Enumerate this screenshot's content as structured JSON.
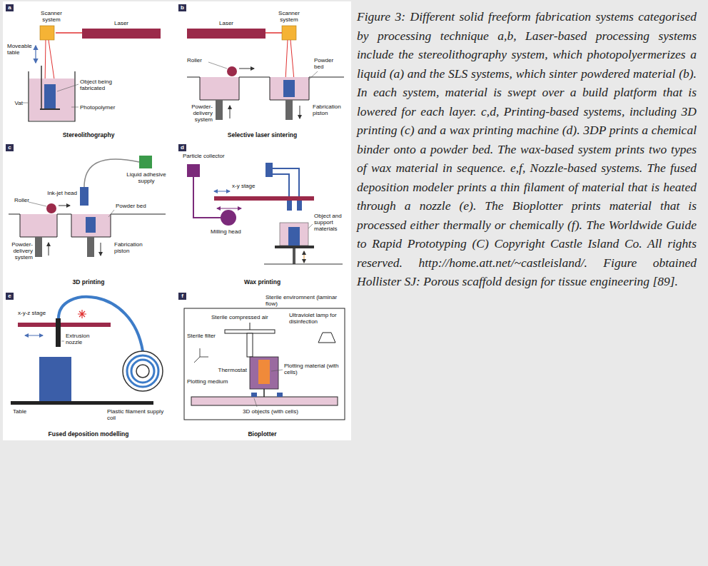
{
  "diagram": {
    "caption": "Figure 3: Different solid freeform fabrication systems categorised by processing technique a,b, Laser-based processing systems include the stereolithography system, which photopolyermerizes a liquid (a) and the SLS systems, which sinter powdered material (b). In each system, material is swept over a build platform that is lowered for each layer. c,d, Printing-based systems, including 3D printing (c) and a wax printing machine (d). 3DP prints a chemical binder onto a powder bed. The wax-based system prints two types of wax material in sequence. e,f, Nozzle-based systems. The fused deposition modeler prints a thin filament of material that is heated through a nozzle (e). The Bioplotter prints material that is processed either thermally or chemically (f). The Worldwide Guide to Rapid Prototyping (C) Copyright Castle Island Co. All rights reserved. http://home.att.net/~castleisland/. Figure obtained Hollister SJ: Porous scaffold design for tissue engineering [89].",
    "nodes": [
      {
        "text": [
          "a",
          "Stereolithography"
        ]
      },
      {
        "text": [
          "b",
          "Selective laser sintering"
        ]
      },
      {
        "text": [
          "c",
          "3D printing"
        ]
      },
      {
        "text": [
          "d",
          "Wax printing"
        ]
      },
      {
        "text": [
          "e",
          "Fused deposition modelling"
        ]
      },
      {
        "text": [
          "f",
          "Bioplotter"
        ]
      }
    ],
    "labels": [
      "Scanner system",
      "Laser",
      "Moveable table",
      "Object being fabricated",
      "Vat",
      "Photopolymer",
      "Laser",
      "Scanner system",
      "Roller",
      "Powder bed",
      "Powder-delivery system",
      "Fabrication piston",
      "Liquid adhesive supply",
      "Ink-jet head",
      "Roller",
      "Powder bed",
      "Powder-delivery system",
      "Fabrication piston",
      "Particle collector",
      "x-y stage",
      "Milling head",
      "Object and support materials",
      "x-y-z stage",
      "Extrusion nozzle",
      "Table",
      "Plastic filament supply coil",
      "Sterile enviromnent (laminar flow)",
      "Ultraviolet lamp for disinfection",
      "Sterile compressed air",
      "Sterile filter",
      "Thermostat",
      "Plotting material (with cells)",
      "Plotting medium",
      "3D objects (with cells)"
    ]
  }
}
